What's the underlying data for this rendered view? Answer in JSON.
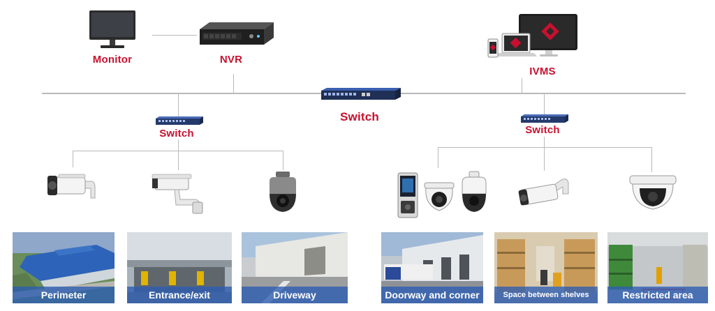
{
  "labels": {
    "monitor": "Monitor",
    "nvr": "NVR",
    "ivms": "IVMS",
    "core_switch": "Switch",
    "left_switch": "Switch",
    "right_switch": "Switch"
  },
  "scenes": [
    {
      "id": "perimeter",
      "caption": "Perimeter"
    },
    {
      "id": "entrance",
      "caption": "Entrance/exit"
    },
    {
      "id": "driveway",
      "caption": "Driveway"
    },
    {
      "id": "doorway",
      "caption": "Doorway and corner"
    },
    {
      "id": "shelves",
      "caption": "Space between shelves"
    },
    {
      "id": "restricted",
      "caption": "Restricted area"
    }
  ],
  "colors": {
    "label_red": "#c8102e",
    "line_gray": "#b9b9b9",
    "caption_blue": "#2c5cb2",
    "hik_red": "#c8102e"
  },
  "icons": [
    "monitor-icon",
    "nvr-icon",
    "ivms-devices-icon",
    "network-switch-icon",
    "bullet-camera-icon",
    "box-camera-icon",
    "ptz-dome-camera-icon",
    "access-terminal-icon",
    "turret-camera-icon",
    "speed-dome-camera-icon",
    "dome-camera-icon"
  ]
}
